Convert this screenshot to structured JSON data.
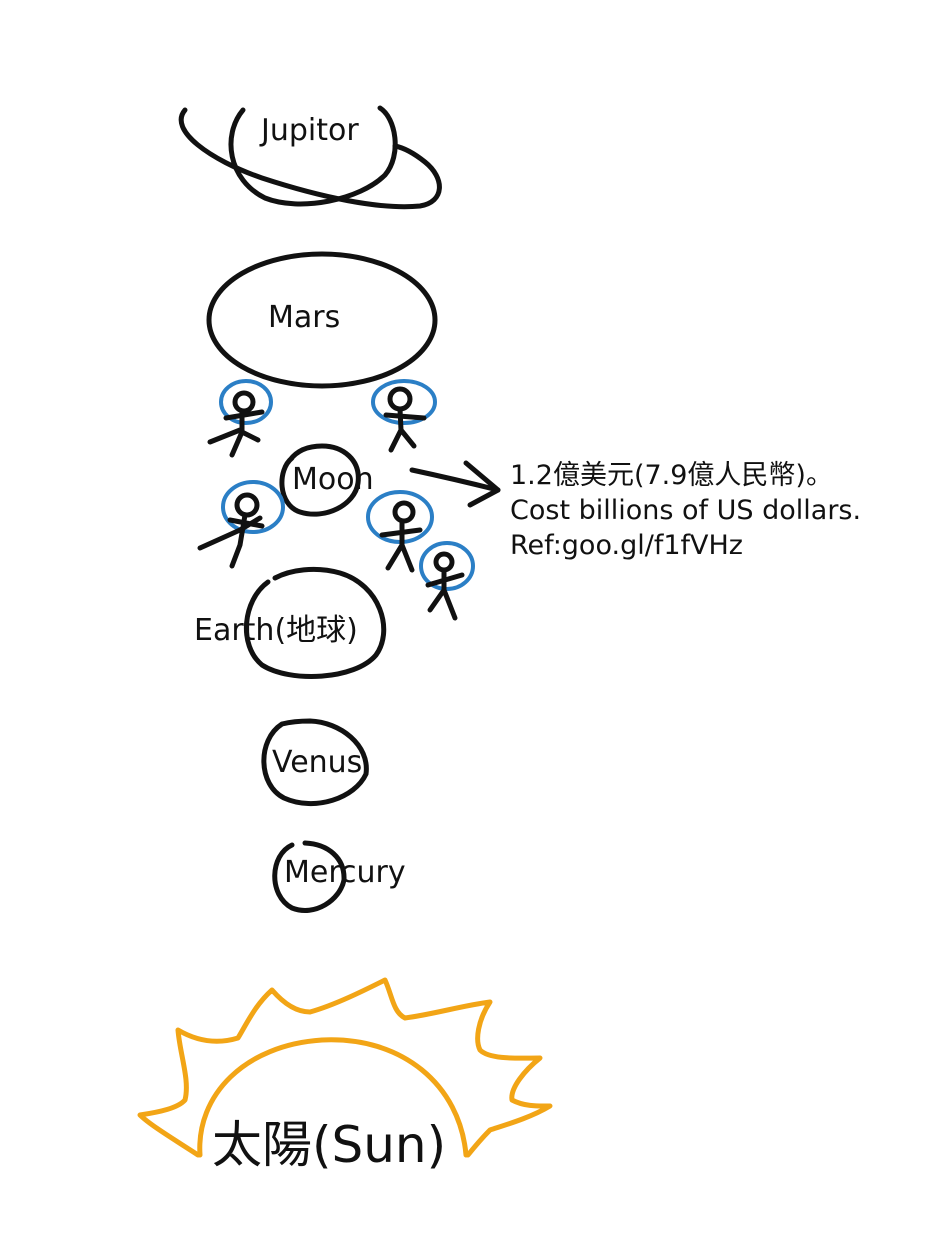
{
  "planets": {
    "jupiter": "Jupitor",
    "mars": "Mars",
    "moon": "Moon",
    "earth": "Earth(地球)",
    "venus": "Venus",
    "mercury": "Mercury",
    "sun": "太陽(Sun)"
  },
  "note": {
    "line1": "1.2億美元(7.9億人民幣)。",
    "line2": "Cost billions of US dollars.",
    "line3": "Ref:goo.gl/f1fVHz"
  },
  "colors": {
    "ink": "#111111",
    "astronaut_helmet": "#2b7fc6",
    "sun": "#f2a516"
  }
}
